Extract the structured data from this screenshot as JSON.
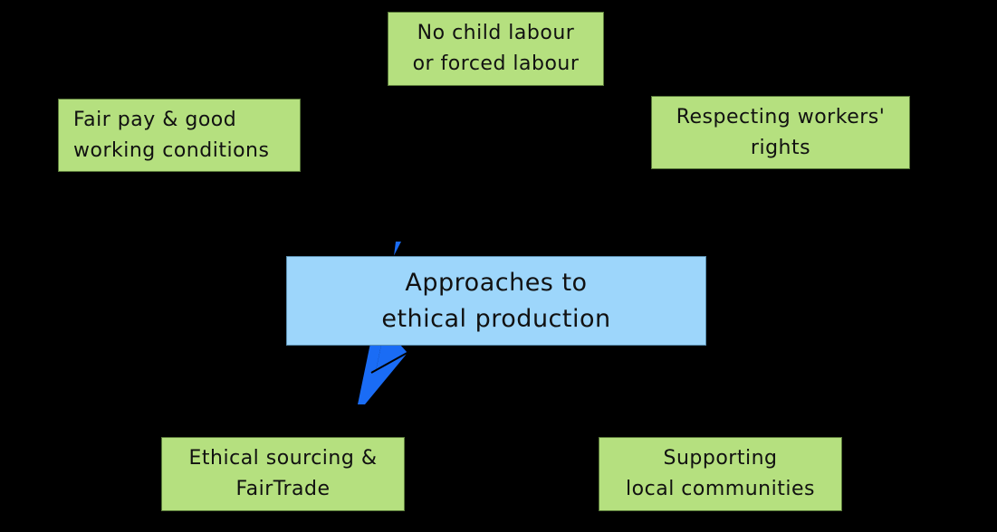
{
  "diagram": {
    "central": {
      "lines": [
        "Approaches to",
        "ethical production"
      ],
      "color": "#9dd6fb"
    },
    "nodes": [
      {
        "id": "no-child-labour",
        "lines": [
          "No child labour",
          "or forced labour"
        ],
        "color": "#b5e07f"
      },
      {
        "id": "fair-pay",
        "lines": [
          "Fair pay & good",
          "working conditions"
        ],
        "color": "#b5e07f"
      },
      {
        "id": "workers-rights",
        "lines": [
          "Respecting workers'",
          "rights"
        ],
        "color": "#b5e07f"
      },
      {
        "id": "ethical-sourcing",
        "lines": [
          "Ethical sourcing &",
          "FairTrade"
        ],
        "color": "#b5e07f"
      },
      {
        "id": "local-communities",
        "lines": [
          "Supporting",
          "local communities"
        ],
        "color": "#b5e07f"
      }
    ],
    "background": "#000000",
    "watermark_icon": "logo-icon",
    "watermark_color": "#1a6cf5"
  }
}
